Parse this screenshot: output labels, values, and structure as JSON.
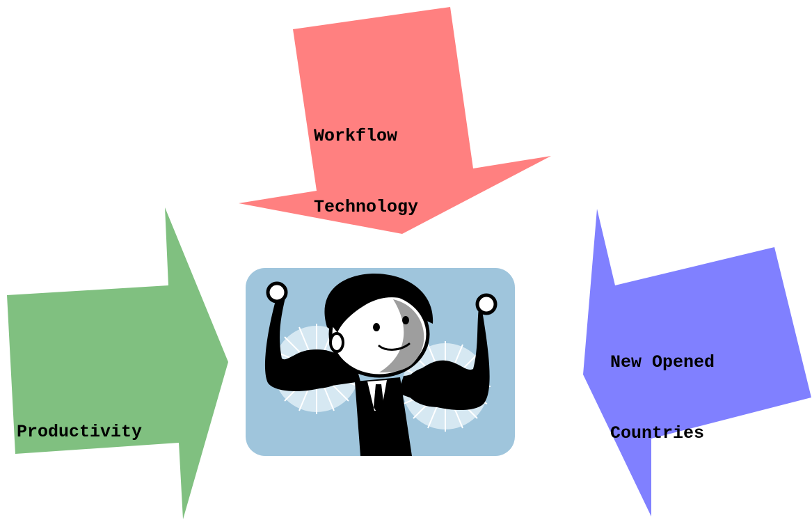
{
  "arrows": {
    "workflow": {
      "lines": [
        "Workflow",
        "Technology"
      ],
      "color": "#ff8080"
    },
    "productivity": {
      "lines": [
        "Productivity"
      ],
      "color": "#80c080"
    },
    "countries": {
      "lines": [
        "New Opened",
        "Countries"
      ],
      "color": "#8080ff"
    }
  },
  "center_image": {
    "icon": "strong-businessman-flexing-icon",
    "background_color": "#9fc5dc"
  }
}
